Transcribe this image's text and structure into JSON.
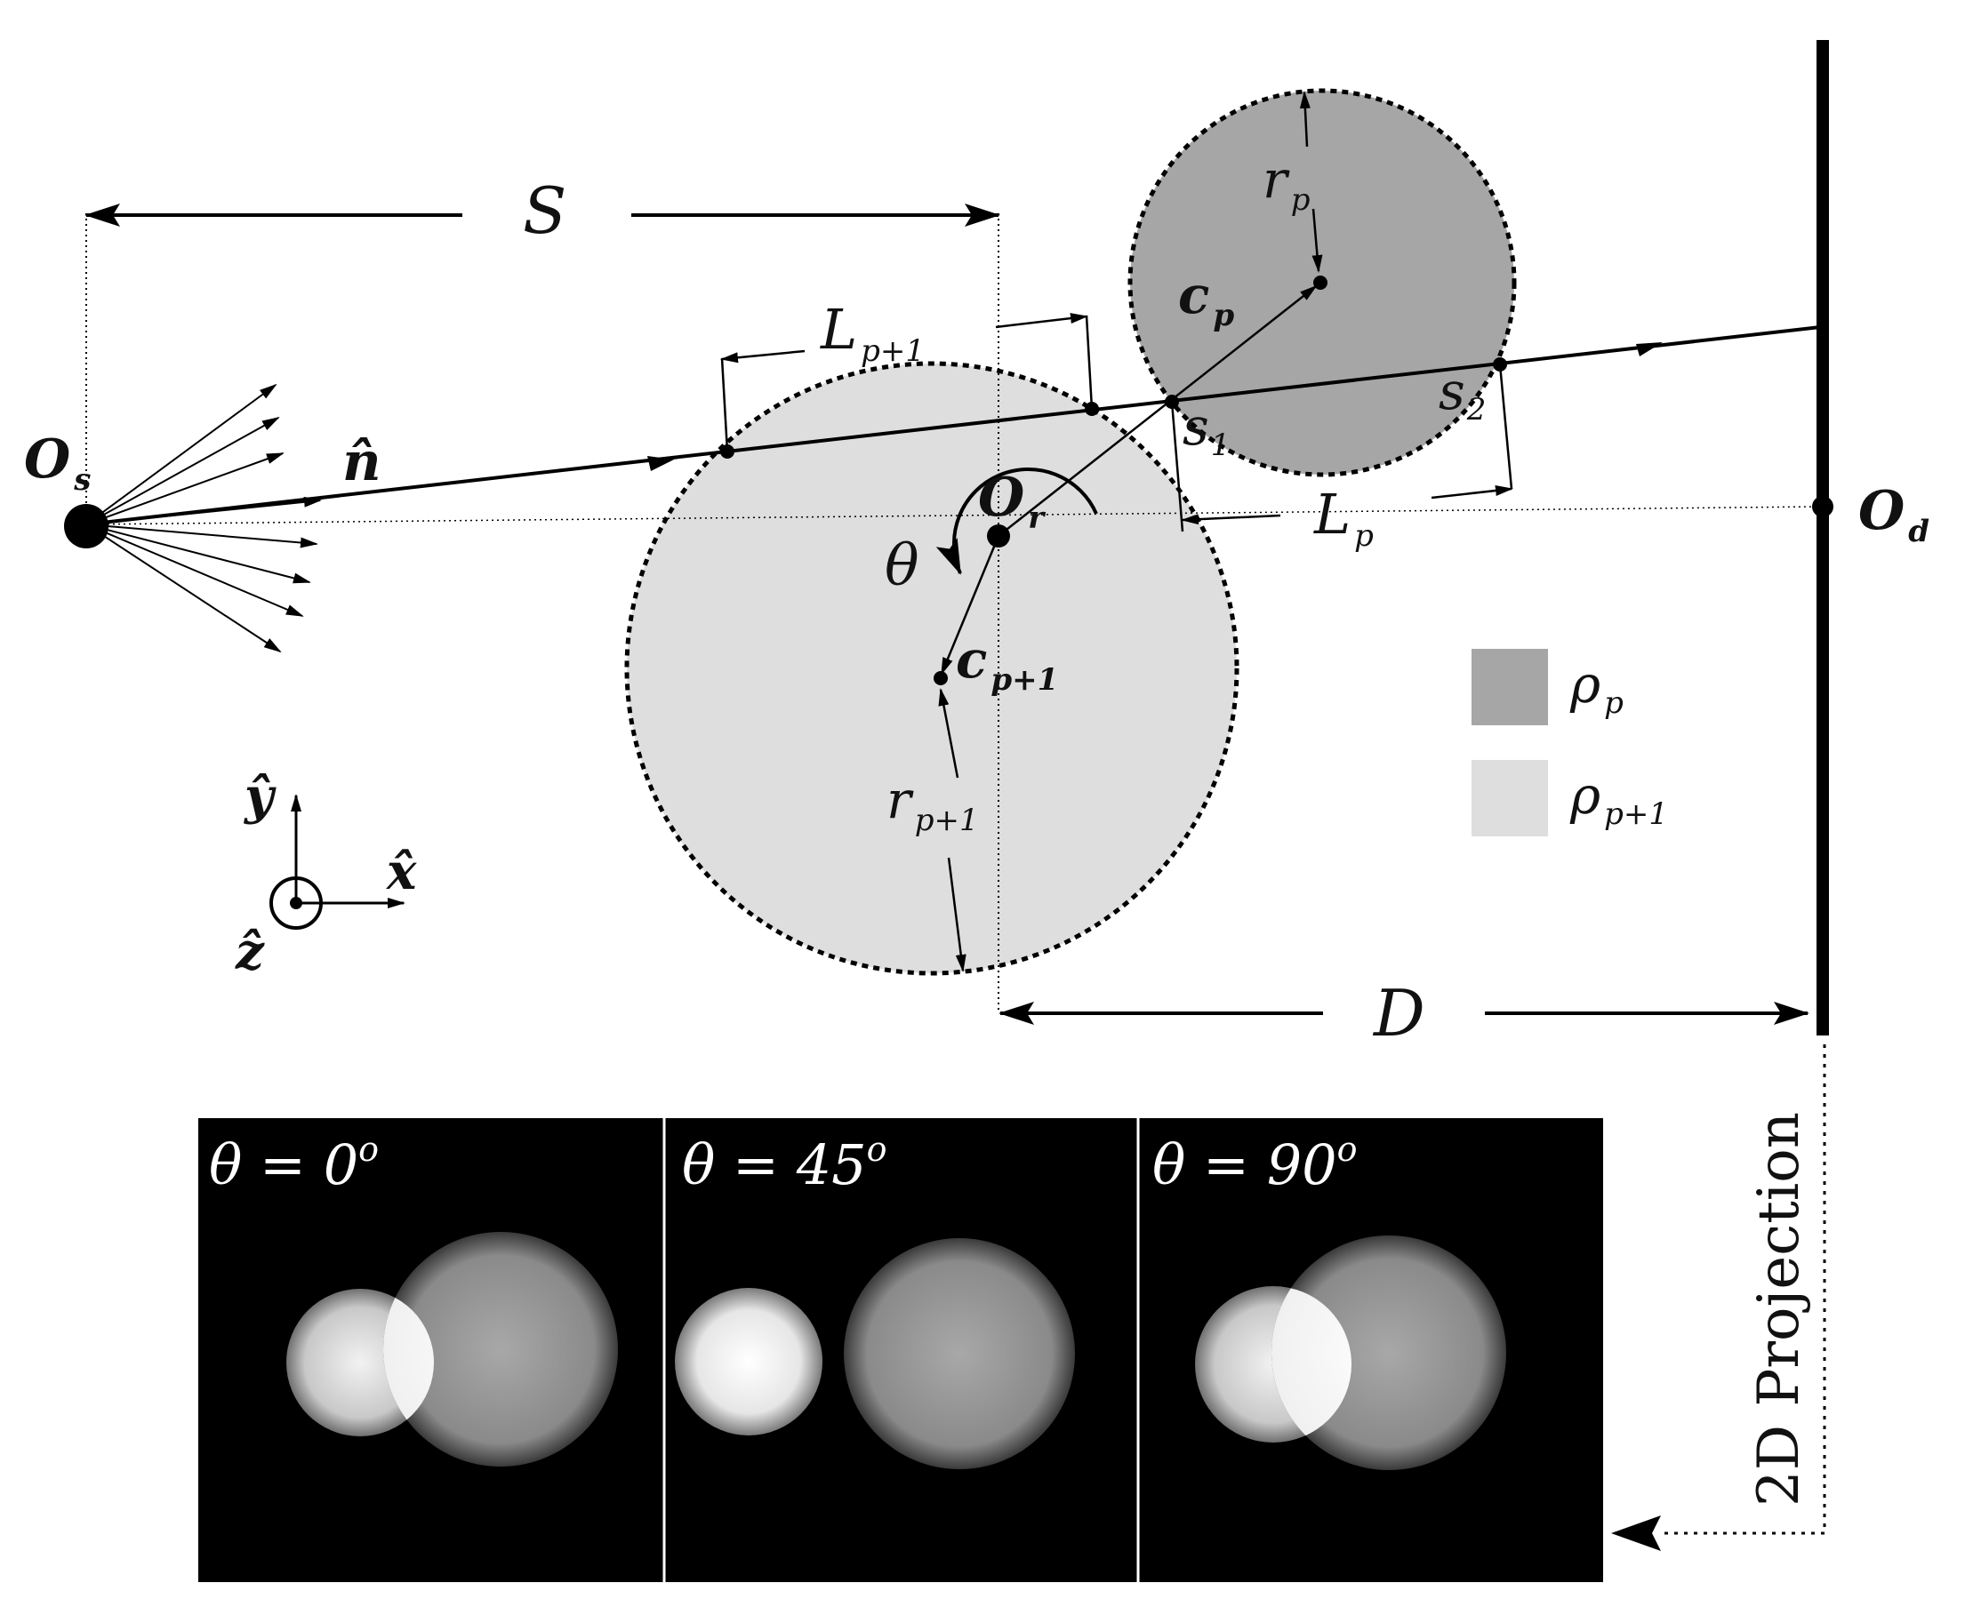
{
  "labels": {
    "S": "S",
    "D": "D",
    "Os": {
      "main": "O",
      "sub": "s"
    },
    "Or": {
      "main": "O",
      "sub": "r"
    },
    "Od": {
      "main": "O",
      "sub": "d"
    },
    "n_hat": "n̂",
    "theta": "θ",
    "cp": {
      "main": "c",
      "sub": "p"
    },
    "cp1": {
      "main": "c",
      "sub": "p+1"
    },
    "rp": {
      "main": "r",
      "sub": "p"
    },
    "rp1": {
      "main": "r",
      "sub": "p+1"
    },
    "Lp": {
      "main": "L",
      "sub": "p"
    },
    "Lp1": {
      "main": "L",
      "sub": "p+1"
    },
    "s1": {
      "main": "s",
      "sub": "1"
    },
    "s2": {
      "main": "s",
      "sub": "2"
    },
    "y_hat": "ŷ",
    "x_hat": "x̂",
    "z_hat": "ẑ"
  },
  "legend": [
    {
      "label_main": "ρ",
      "label_sub": "p",
      "color": "#a6a6a6"
    },
    {
      "label_main": "ρ",
      "label_sub": "p+1",
      "color": "#dedede"
    }
  ],
  "projection_label": "2D Projection",
  "panels": [
    {
      "label": "θ = 0",
      "sup": "o"
    },
    {
      "label": "θ = 45",
      "sup": "o"
    },
    {
      "label": "θ = 90",
      "sup": "o"
    }
  ],
  "colors": {
    "sphere_p": "#a6a6a6",
    "sphere_p1": "#dedede",
    "panel_bg": "#000000",
    "ink": "#000000"
  }
}
